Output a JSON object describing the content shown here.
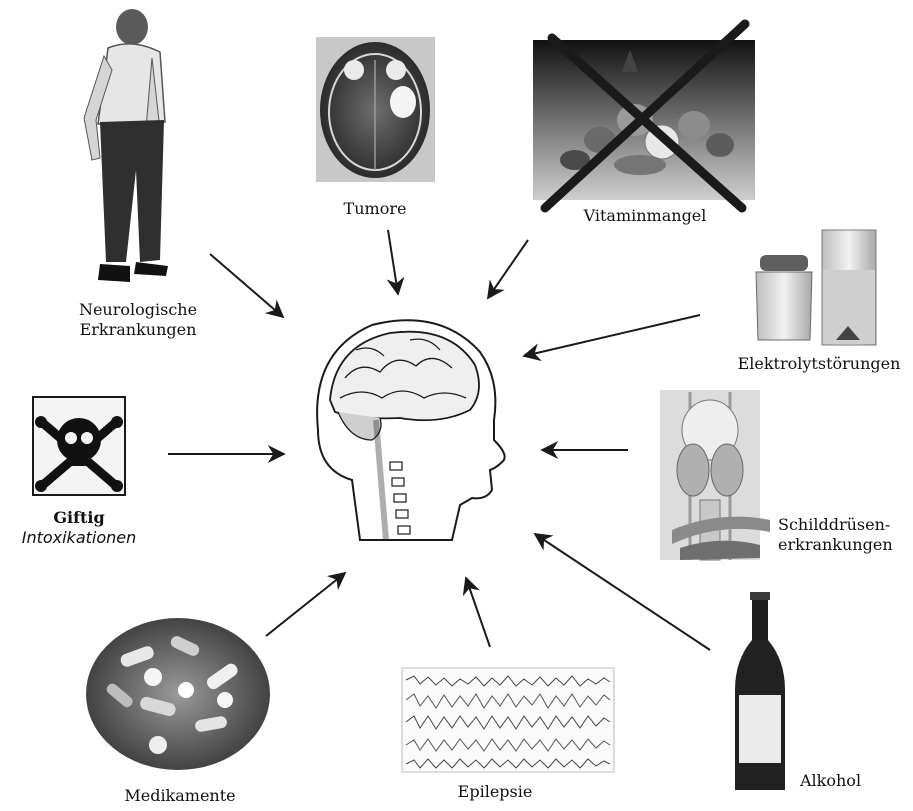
{
  "diagram": {
    "labels": {
      "neuro_line1": "Neurologische",
      "neuro_line2": "Erkrankungen",
      "tumore": "Tumore",
      "vitamin": "Vitaminmangel",
      "elektrolyt": "Elektrolytstörungen",
      "gift_bold": "Giftig",
      "gift_italic": "Intoxikationen",
      "schild_line1": "Schilddrüsen-",
      "schild_line2": "erkrankungen",
      "medikamente": "Medikamente",
      "epilepsie": "Epilepsie",
      "alkohol": "Alkohol"
    },
    "colors": {
      "ink": "#111111",
      "arrow": "#1a1a1a",
      "photo_dark": "#2b2b2b",
      "photo_mid": "#8a8a8a",
      "photo_light": "#d9d9d9"
    },
    "icons": {
      "center": "brain-head-icon",
      "tumor": "mri-scan-icon",
      "vitamin": "crossed-fruit-icon",
      "electrolyte": "salt-and-water-icon",
      "poison": "skull-crossbones-icon",
      "thyroid": "thyroid-anatomy-icon",
      "pills": "pills-icon",
      "eeg": "eeg-trace-icon",
      "alcohol": "wine-bottle-icon",
      "person": "stooped-person-icon"
    }
  }
}
